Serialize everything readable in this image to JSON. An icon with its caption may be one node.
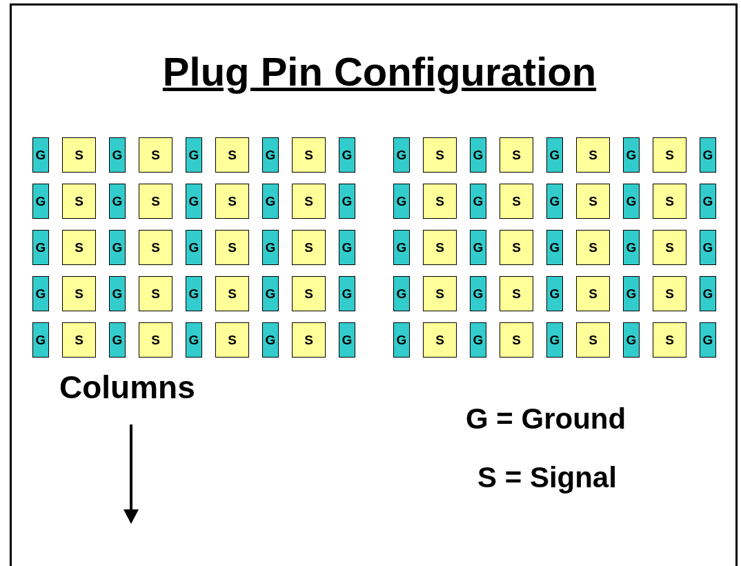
{
  "diagram": {
    "title": "Plug Pin Configuration",
    "nodes": [
      {
        "text": [
          "G"
        ]
      },
      {
        "text": [
          "S"
        ]
      },
      {
        "text": [
          "G"
        ]
      },
      {
        "text": [
          "S"
        ]
      },
      {
        "text": [
          "G"
        ]
      },
      {
        "text": [
          "S"
        ]
      },
      {
        "text": [
          "G"
        ]
      },
      {
        "text": [
          "S"
        ]
      },
      {
        "text": [
          "G"
        ]
      },
      {
        "text": [
          "G"
        ]
      },
      {
        "text": [
          "S"
        ]
      },
      {
        "text": [
          "G"
        ]
      },
      {
        "text": [
          "S"
        ]
      },
      {
        "text": [
          "G"
        ]
      },
      {
        "text": [
          "S"
        ]
      },
      {
        "text": [
          "G"
        ]
      },
      {
        "text": [
          "S"
        ]
      },
      {
        "text": [
          "G"
        ]
      },
      {
        "text": [
          "G"
        ]
      },
      {
        "text": [
          "S"
        ]
      },
      {
        "text": [
          "G"
        ]
      },
      {
        "text": [
          "S"
        ]
      },
      {
        "text": [
          "G"
        ]
      },
      {
        "text": [
          "S"
        ]
      },
      {
        "text": [
          "G"
        ]
      },
      {
        "text": [
          "S"
        ]
      },
      {
        "text": [
          "G"
        ]
      },
      {
        "text": [
          "G"
        ]
      },
      {
        "text": [
          "S"
        ]
      },
      {
        "text": [
          "G"
        ]
      },
      {
        "text": [
          "S"
        ]
      },
      {
        "text": [
          "G"
        ]
      },
      {
        "text": [
          "S"
        ]
      },
      {
        "text": [
          "G"
        ]
      },
      {
        "text": [
          "S"
        ]
      },
      {
        "text": [
          "G"
        ]
      },
      {
        "text": [
          "G"
        ]
      },
      {
        "text": [
          "S"
        ]
      },
      {
        "text": [
          "G"
        ]
      },
      {
        "text": [
          "S"
        ]
      },
      {
        "text": [
          "G"
        ]
      },
      {
        "text": [
          "S"
        ]
      },
      {
        "text": [
          "G"
        ]
      },
      {
        "text": [
          "S"
        ]
      },
      {
        "text": [
          "G"
        ]
      },
      {
        "text": [
          "G"
        ]
      },
      {
        "text": [
          "S"
        ]
      },
      {
        "text": [
          "G"
        ]
      },
      {
        "text": [
          "S"
        ]
      },
      {
        "text": [
          "G"
        ]
      },
      {
        "text": [
          "S"
        ]
      },
      {
        "text": [
          "G"
        ]
      },
      {
        "text": [
          "S"
        ]
      },
      {
        "text": [
          "G"
        ]
      },
      {
        "text": [
          "G"
        ]
      },
      {
        "text": [
          "S"
        ]
      },
      {
        "text": [
          "G"
        ]
      },
      {
        "text": [
          "S"
        ]
      },
      {
        "text": [
          "G"
        ]
      },
      {
        "text": [
          "S"
        ]
      },
      {
        "text": [
          "G"
        ]
      },
      {
        "text": [
          "S"
        ]
      },
      {
        "text": [
          "G"
        ]
      },
      {
        "text": [
          "G"
        ]
      },
      {
        "text": [
          "S"
        ]
      },
      {
        "text": [
          "G"
        ]
      },
      {
        "text": [
          "S"
        ]
      },
      {
        "text": [
          "G"
        ]
      },
      {
        "text": [
          "S"
        ]
      },
      {
        "text": [
          "G"
        ]
      },
      {
        "text": [
          "S"
        ]
      },
      {
        "text": [
          "G"
        ]
      },
      {
        "text": [
          "G"
        ]
      },
      {
        "text": [
          "S"
        ]
      },
      {
        "text": [
          "G"
        ]
      },
      {
        "text": [
          "S"
        ]
      },
      {
        "text": [
          "G"
        ]
      },
      {
        "text": [
          "S"
        ]
      },
      {
        "text": [
          "G"
        ]
      },
      {
        "text": [
          "S"
        ]
      },
      {
        "text": [
          "G"
        ]
      },
      {
        "text": [
          "G"
        ]
      },
      {
        "text": [
          "S"
        ]
      },
      {
        "text": [
          "G"
        ]
      },
      {
        "text": [
          "S"
        ]
      },
      {
        "text": [
          "G"
        ]
      },
      {
        "text": [
          "S"
        ]
      },
      {
        "text": [
          "G"
        ]
      },
      {
        "text": [
          "S"
        ]
      },
      {
        "text": [
          "G"
        ]
      }
    ],
    "labels": [
      "Columns",
      "G = Ground",
      "S = Signal"
    ]
  }
}
